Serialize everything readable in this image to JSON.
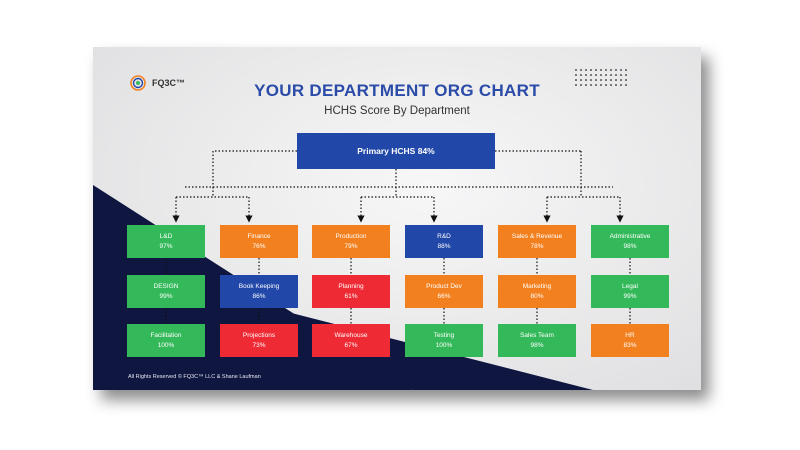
{
  "logo": {
    "text": "FQ3C™"
  },
  "title": "YOUR DEPARTMENT ORG CHART",
  "subtitle": "HCHS Score By Department",
  "primary": {
    "label": "Primary HCHS 84%"
  },
  "colors": {
    "navy": "#0f1640",
    "title_blue": "#2a4ba7",
    "green": "#34b95a",
    "orange": "#f3801f",
    "blue": "#2147a8",
    "red": "#ee2b35"
  },
  "columns": [
    {
      "boxes": [
        {
          "name": "L&D",
          "score": "97%",
          "color": "green"
        },
        {
          "name": "DESIGN",
          "score": "99%",
          "color": "green"
        },
        {
          "name": "Facilitation",
          "score": "100%",
          "color": "green"
        }
      ]
    },
    {
      "boxes": [
        {
          "name": "Finance",
          "score": "76%",
          "color": "orange"
        },
        {
          "name": "Book Keeping",
          "score": "86%",
          "color": "blue"
        },
        {
          "name": "Projections",
          "score": "73%",
          "color": "red"
        }
      ]
    },
    {
      "boxes": [
        {
          "name": "Production",
          "score": "79%",
          "color": "orange"
        },
        {
          "name": "Planning",
          "score": "61%",
          "color": "red"
        },
        {
          "name": "Warehouse",
          "score": "67%",
          "color": "red"
        }
      ]
    },
    {
      "boxes": [
        {
          "name": "R&D",
          "score": "88%",
          "color": "blue"
        },
        {
          "name": "Product Dev",
          "score": "66%",
          "color": "orange"
        },
        {
          "name": "Testing",
          "score": "100%",
          "color": "green"
        }
      ]
    },
    {
      "boxes": [
        {
          "name": "Sales & Revenue",
          "score": "78%",
          "color": "orange"
        },
        {
          "name": "Marketing",
          "score": "80%",
          "color": "orange"
        },
        {
          "name": "Sales Team",
          "score": "98%",
          "color": "green"
        }
      ]
    },
    {
      "boxes": [
        {
          "name": "Administrative",
          "score": "98%",
          "color": "green"
        },
        {
          "name": "Legal",
          "score": "99%",
          "color": "green"
        },
        {
          "name": "HR",
          "score": "83%",
          "color": "orange"
        }
      ]
    }
  ],
  "footer": "All Rights Reserved © FQ3C™ LLC & Shane Laufman"
}
